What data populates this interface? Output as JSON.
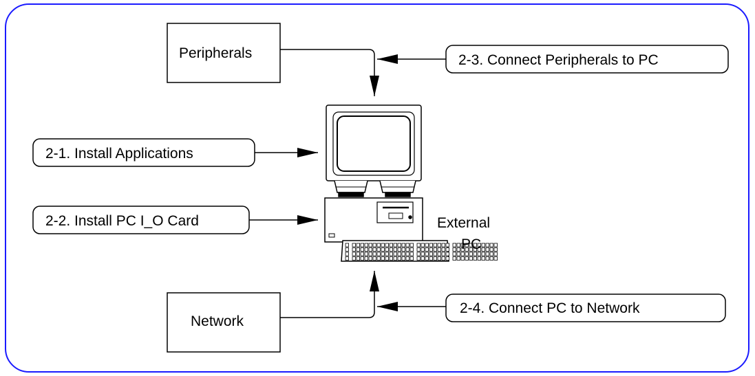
{
  "colors": {
    "frame": "#1a1aff",
    "stroke": "#000000",
    "background": "#ffffff"
  },
  "boxes": {
    "peripherals": "Peripherals",
    "network": "Network"
  },
  "steps": {
    "step_2_1": "2-1. Install Applications",
    "step_2_2": "2-2. Install PC I_O Card",
    "step_2_3": "2-3. Connect Peripherals to PC",
    "step_2_4": "2-4. Connect PC to Network"
  },
  "pc_label": {
    "line1": "External",
    "line2": "PC"
  },
  "icons": {
    "computer": "desktop-computer-icon",
    "keyboard": "keyboard-icon"
  }
}
